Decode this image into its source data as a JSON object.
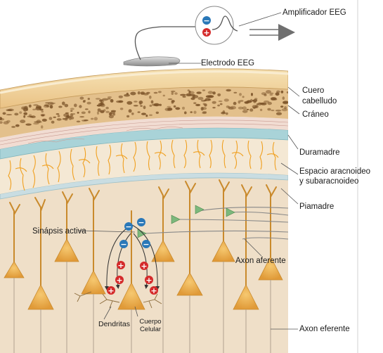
{
  "labels": {
    "amplifier": "Amplificador EEG",
    "electrode": "Electrodo EEG",
    "scalp_line1": "Cuero",
    "scalp_line2": "cabelludo",
    "skull": "Cráneo",
    "dura": "Duramadre",
    "arachnoid_line1": "Espacio aracnoideo",
    "arachnoid_line2": "y subaracnoideo",
    "pia": "Piamadre",
    "active_synapse": "Sinápsis activa",
    "afferent_axon": "Axon aferente",
    "dendrites": "Dendritas",
    "cell_body_line1": "Cuerpo",
    "cell_body_line2": "Celular",
    "efferent_axon": "Axon eferente"
  },
  "signs": {
    "negative": "−",
    "positive": "+"
  },
  "colors": {
    "scalp_top": "#f0d9a8",
    "scalp_bottom": "#ecc888",
    "skull": "#e6c590",
    "skull_dots": "#7a5228",
    "meninges_pink": "#f1dcd2",
    "dura_blue": "#a9d3d8",
    "arachnoid": "#f3e7d2",
    "arachnoid_fibers": "#f0a020",
    "pia": "#c9dde2",
    "cortex": "#efdfc8",
    "neuron": "#eeb054",
    "neuron_outline": "#c98a2c",
    "negative_charge": "#2a78b8",
    "positive_charge": "#d42a2a",
    "electrode": "#b8b8b8",
    "amplifier_arrow": "#6f6f6f",
    "synapse_terminal": "#7cb87c"
  }
}
